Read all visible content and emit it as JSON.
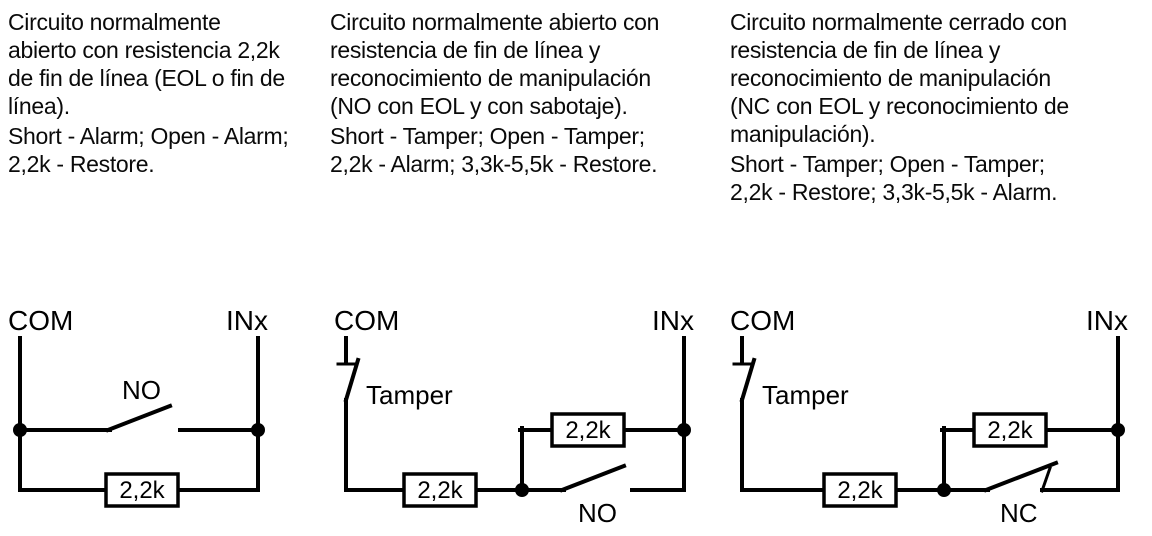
{
  "columns": [
    {
      "description": "Circuito normalmente abierto con resistencia 2,2k de fin de línea (EOL o fin de línea).",
      "states": "Short - Alarm; Open - Alarm; 2,2k - Restore.",
      "diagram": {
        "left_terminal": "COM",
        "right_terminal": "INx",
        "switch_label": "NO",
        "resistor_label": "2,2k"
      }
    },
    {
      "description": "Circuito normalmente abierto con resistencia de fin de línea y reconocimiento de manipulación (NO con EOL y con sabotaje).",
      "states": "Short - Tamper; Open - Tamper; 2,2k - Alarm; 3,3k-5,5k - Restore.",
      "diagram": {
        "left_terminal": "COM",
        "right_terminal": "INx",
        "tamper_label": "Tamper",
        "switch_label": "NO",
        "top_resistor_label": "2,2k",
        "bottom_resistor_label": "2,2k"
      }
    },
    {
      "description": "Circuito normalmente cerrado con resistencia de fin de línea y reconocimiento de manipulación (NC con EOL y reconocimiento de manipulación).",
      "states": "Short - Tamper; Open - Tamper; 2,2k - Restore; 3,3k-5,5k - Alarm.",
      "diagram": {
        "left_terminal": "COM",
        "right_terminal": "INx",
        "tamper_label": "Tamper",
        "switch_label": "NC",
        "top_resistor_label": "2,2k",
        "bottom_resistor_label": "2,2k"
      }
    }
  ],
  "colors": {
    "line": "#000000",
    "background": "#ffffff"
  }
}
